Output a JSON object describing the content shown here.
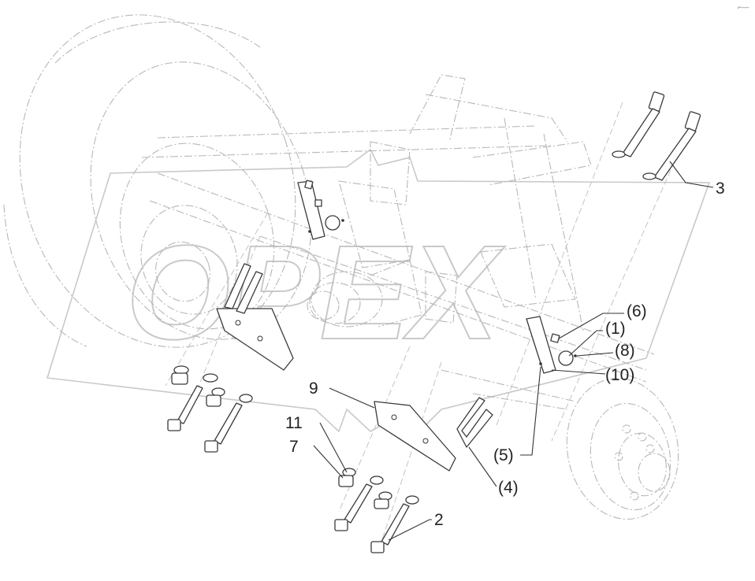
{
  "callouts": {
    "c3": "3",
    "c6": "(6)",
    "c1": "(1)",
    "c8": "(8)",
    "c10": "(10)",
    "c9": "9",
    "c11": "11",
    "c7": "7",
    "c5": "(5)",
    "c4": "(4)",
    "c2": "2"
  },
  "watermark": {
    "text": "OPEX"
  },
  "corner_mark": "⌐—",
  "colors": {
    "line": "#3a3a3a",
    "phantom": "#b8b8b8",
    "watermark": "#c9c9c9"
  }
}
